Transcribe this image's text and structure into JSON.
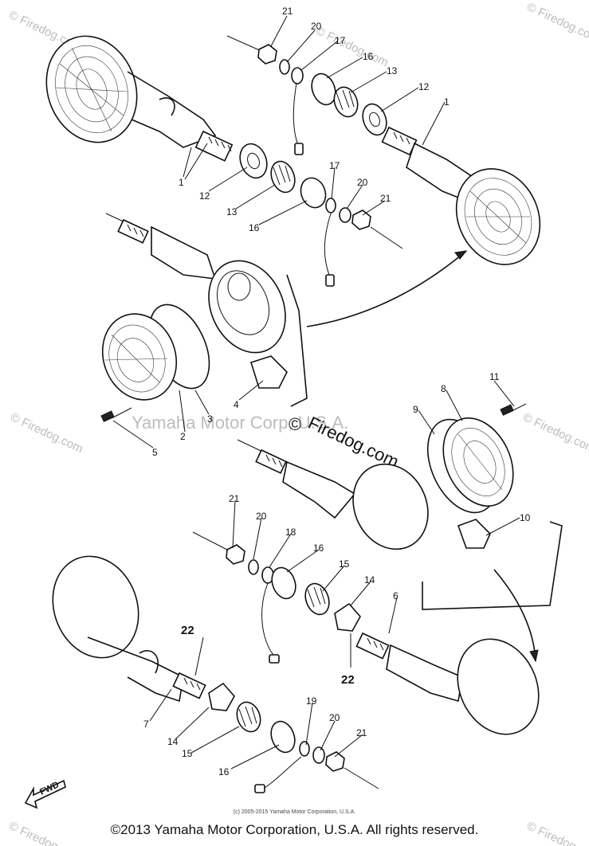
{
  "watermarks": {
    "corner": "© Firedog.com",
    "center_line1": "Yamaha Motor Corp, U.S.A.",
    "center_prefix": "©",
    "center_line2": "Firedog.com"
  },
  "callouts": {
    "c21a": "21",
    "c20a": "20",
    "c17a": "17",
    "c16a": "16",
    "c13a": "13",
    "c12a": "12",
    "c1a": "1",
    "c1b": "1",
    "c12b": "12",
    "c13b": "13",
    "c16b": "16",
    "c17b": "17",
    "c20b": "20",
    "c21b": "21",
    "c2": "2",
    "c3": "3",
    "c4": "4",
    "c5": "5",
    "c11": "11",
    "c8": "8",
    "c9": "9",
    "c10": "10",
    "c21c": "21",
    "c20c": "20",
    "c18": "18",
    "c16c": "16",
    "c15a": "15",
    "c14a": "14",
    "c6": "6",
    "c22a": "22",
    "c22b": "22",
    "c7": "7",
    "c14b": "14",
    "c15b": "15",
    "c16d": "16",
    "c19": "19",
    "c20d": "20",
    "c21d": "21"
  },
  "fwd_label": "FWD",
  "small_copyright": "(c) 2005-2015 Yamaha Motor Corporation, U.S.A.",
  "copyright": "©2013 Yamaha Motor Corporation, U.S.A. All rights reserved."
}
